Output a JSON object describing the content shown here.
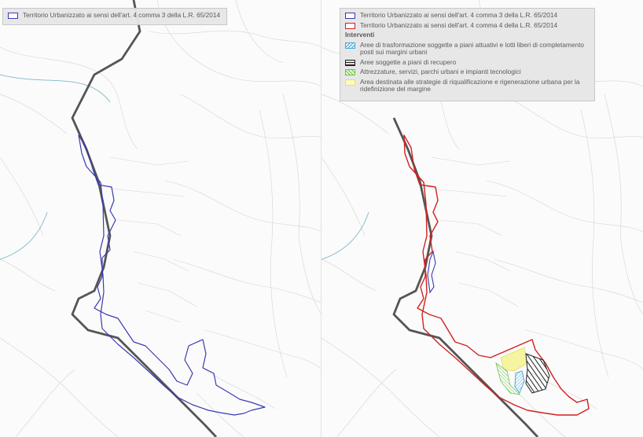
{
  "legend_left": {
    "items": [
      {
        "swatch": "blue-outline",
        "label": "Territorio Urbanizzato ai sensi dell'art. 4 comma 3 della L.R. 65/2014"
      }
    ]
  },
  "legend_right": {
    "items": [
      {
        "swatch": "blue-outline",
        "label": "Territorio Urbanizzato ai sensi dell'art. 4 comma 3 della L.R. 65/2014"
      },
      {
        "swatch": "red-outline",
        "label": "Territorio Urbanizzato ai sensi dell'art. 4 comma 4 della L.R. 65/2014"
      }
    ],
    "heading": "Interventi",
    "interventions": [
      {
        "swatch": "cyan-hatch",
        "label": "Aree di trasformazione soggette a piani attuativi e lotti liberi di completamento posti sui margini urbani"
      },
      {
        "swatch": "black-hatch",
        "label": "Aree soggette a piani di recupero"
      },
      {
        "swatch": "green-hatch",
        "label": "Attrezzature, servizi, parchi urbani e impianti tecnologici"
      },
      {
        "swatch": "yellow-fill",
        "label": "Area destinata alle strategie di riqualificazione e rigenerazione urbana per la ridefinizione del margine"
      }
    ]
  },
  "colors": {
    "boundary_art4c3": "#3a3ab4",
    "boundary_art4c4": "#d22020",
    "municipal_border": "#555555",
    "river": "#7fb7c8",
    "transformation_hatch": "#4aa8d6",
    "recovery_hatch": "#222222",
    "services_hatch": "#6fc44a",
    "regeneration_fill": "#f3f07a"
  }
}
